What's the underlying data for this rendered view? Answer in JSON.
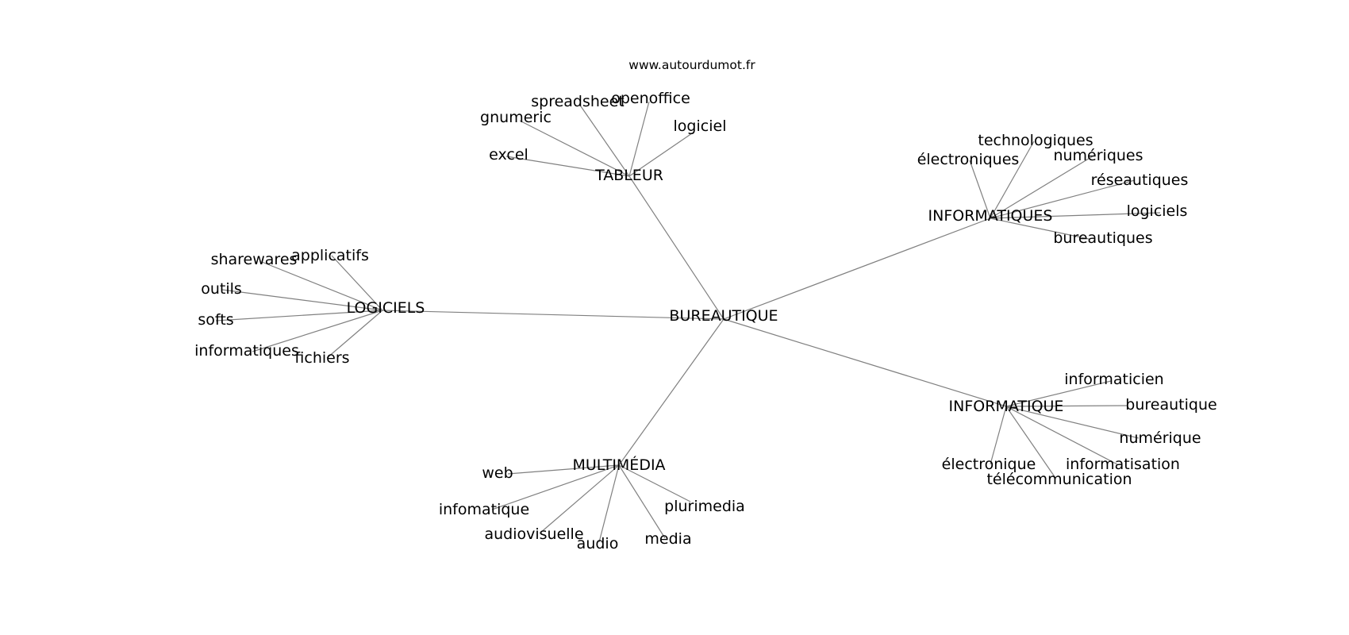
{
  "watermark": "www.autourdumot.fr",
  "center": {
    "label": "BUREAUTIQUE"
  },
  "groups": [
    {
      "id": "tableur",
      "label": "TABLEUR",
      "children": [
        "spreadsheet",
        "openoffice",
        "gnumeric",
        "logiciel",
        "excel"
      ]
    },
    {
      "id": "informatiques",
      "label": "INFORMATIQUES",
      "children": [
        "technologiques",
        "électroniques",
        "numériques",
        "réseautiques",
        "logiciels",
        "bureautiques"
      ]
    },
    {
      "id": "logiciels",
      "label": "LOGICIELS",
      "children": [
        "sharewares",
        "applicatifs",
        "outils",
        "softs",
        "informatiques",
        "fichiers"
      ]
    },
    {
      "id": "informatique",
      "label": "INFORMATIQUE",
      "children": [
        "informaticien",
        "bureautique",
        "numérique",
        "électronique",
        "informatisation",
        "télécommunication"
      ]
    },
    {
      "id": "multimedia",
      "label": "MULTIMÉDIA",
      "children": [
        "web",
        "infomatique",
        "plurimedia",
        "audiovisuelle",
        "audio",
        "media"
      ]
    }
  ]
}
